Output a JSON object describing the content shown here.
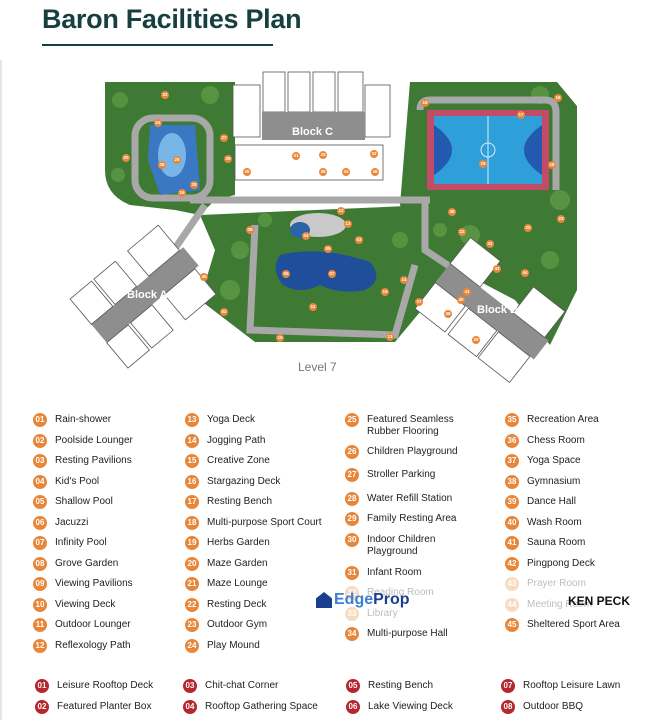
{
  "title": "Baron Facilities Plan",
  "colors": {
    "title": "#173f3f",
    "facility_marker": "#e8873a",
    "rooftop_marker": "#b5262d"
  },
  "map": {
    "level_label": "Level 7",
    "blocks": [
      "Block A",
      "Block B",
      "Block C"
    ],
    "markers": [
      "22",
      "24",
      "20",
      "26",
      "25",
      "28",
      "16",
      "27",
      "29",
      "31",
      "33",
      "32",
      "30",
      "35",
      "34",
      "36",
      "18",
      "16",
      "17",
      "19",
      "18",
      "12",
      "13",
      "09",
      "04",
      "03",
      "05",
      "06",
      "07",
      "15",
      "14",
      "11",
      "10",
      "13",
      "02",
      "45",
      "39",
      "23",
      "20",
      "22",
      "42",
      "43",
      "44",
      "37",
      "41",
      "40",
      "38",
      "29"
    ]
  },
  "legend": [
    {
      "num": "01",
      "label": "Rain-shower"
    },
    {
      "num": "02",
      "label": "Poolside Lounger"
    },
    {
      "num": "03",
      "label": "Resting Pavilions"
    },
    {
      "num": "04",
      "label": "Kid's Pool"
    },
    {
      "num": "05",
      "label": "Shallow Pool"
    },
    {
      "num": "06",
      "label": "Jacuzzi"
    },
    {
      "num": "07",
      "label": "Infinity Pool"
    },
    {
      "num": "08",
      "label": "Grove Garden"
    },
    {
      "num": "09",
      "label": "Viewing Pavilions"
    },
    {
      "num": "10",
      "label": "Viewing Deck"
    },
    {
      "num": "11",
      "label": "Outdoor Lounger"
    },
    {
      "num": "12",
      "label": "Reflexology Path"
    },
    {
      "num": "13",
      "label": "Yoga Deck"
    },
    {
      "num": "14",
      "label": "Jogging Path"
    },
    {
      "num": "15",
      "label": "Creative Zone"
    },
    {
      "num": "16",
      "label": "Stargazing Deck"
    },
    {
      "num": "17",
      "label": "Resting Bench"
    },
    {
      "num": "18",
      "label": "Multi-purpose Sport Court"
    },
    {
      "num": "19",
      "label": "Herbs Garden"
    },
    {
      "num": "20",
      "label": "Maze Garden"
    },
    {
      "num": "21",
      "label": "Maze Lounge"
    },
    {
      "num": "22",
      "label": "Resting Deck"
    },
    {
      "num": "23",
      "label": "Outdoor Gym"
    },
    {
      "num": "24",
      "label": "Play Mound"
    },
    {
      "num": "25",
      "label": "Featured Seamless Rubber Flooring"
    },
    {
      "num": "26",
      "label": "Children Playground"
    },
    {
      "num": "27",
      "label": "Stroller Parking"
    },
    {
      "num": "28",
      "label": "Water Refill Station"
    },
    {
      "num": "29",
      "label": "Family Resting Area"
    },
    {
      "num": "30",
      "label": "Indoor Children Playground"
    },
    {
      "num": "31",
      "label": "Infant Room"
    },
    {
      "num": "32",
      "label": "Reading Room"
    },
    {
      "num": "33",
      "label": "Library"
    },
    {
      "num": "34",
      "label": "Multi-purpose Hall"
    },
    {
      "num": "35",
      "label": "Recreation Area"
    },
    {
      "num": "36",
      "label": "Chess Room"
    },
    {
      "num": "37",
      "label": "Yoga Space"
    },
    {
      "num": "38",
      "label": "Gymnasium"
    },
    {
      "num": "39",
      "label": "Dance Hall"
    },
    {
      "num": "40",
      "label": "Wash Room"
    },
    {
      "num": "41",
      "label": "Sauna Room"
    },
    {
      "num": "42",
      "label": "Pingpong Deck"
    },
    {
      "num": "43",
      "label": "Prayer Room"
    },
    {
      "num": "44",
      "label": "Meeting Room"
    },
    {
      "num": "45",
      "label": "Sheltered Sport Area"
    }
  ],
  "rooftop_legend": [
    {
      "num": "01",
      "label": "Leisure Rooftop Deck"
    },
    {
      "num": "02",
      "label": "Featured Planter Box"
    },
    {
      "num": "03",
      "label": "Chit-chat Corner"
    },
    {
      "num": "04",
      "label": "Rooftop Gathering Space"
    },
    {
      "num": "05",
      "label": "Resting Bench"
    },
    {
      "num": "06",
      "label": "Lake Viewing Deck"
    },
    {
      "num": "07",
      "label": "Rooftop Leisure Lawn"
    },
    {
      "num": "08",
      "label": "Outdoor BBQ"
    }
  ],
  "watermarks": {
    "edge": "Edge",
    "prop": "Prop",
    "agent": "KEN PECK"
  }
}
